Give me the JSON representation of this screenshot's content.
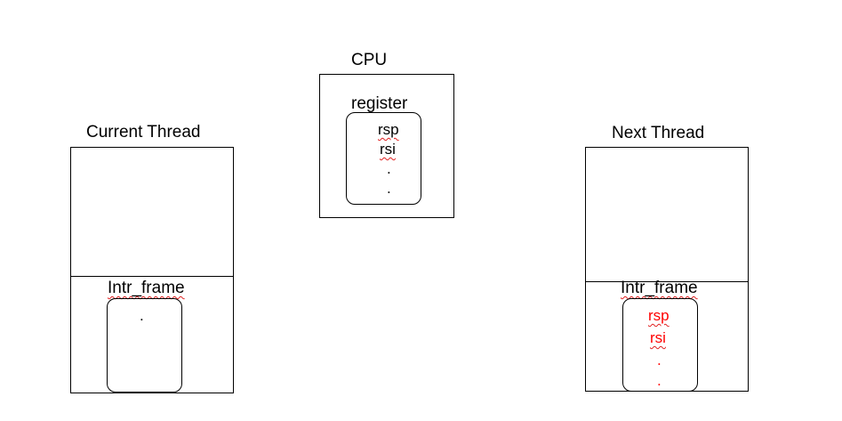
{
  "cpu": {
    "title": "CPU",
    "register_label": "register",
    "registers": [
      "rsp",
      "rsi",
      ".",
      "."
    ]
  },
  "current_thread": {
    "title": "Current Thread",
    "frame_label": "Intr_frame",
    "frame_contents": [
      "."
    ]
  },
  "next_thread": {
    "title": "Next Thread",
    "frame_label": "Intr_frame",
    "frame_contents": [
      "rsp",
      "rsi",
      ".",
      "."
    ],
    "frame_text_color": "#ff0000"
  }
}
